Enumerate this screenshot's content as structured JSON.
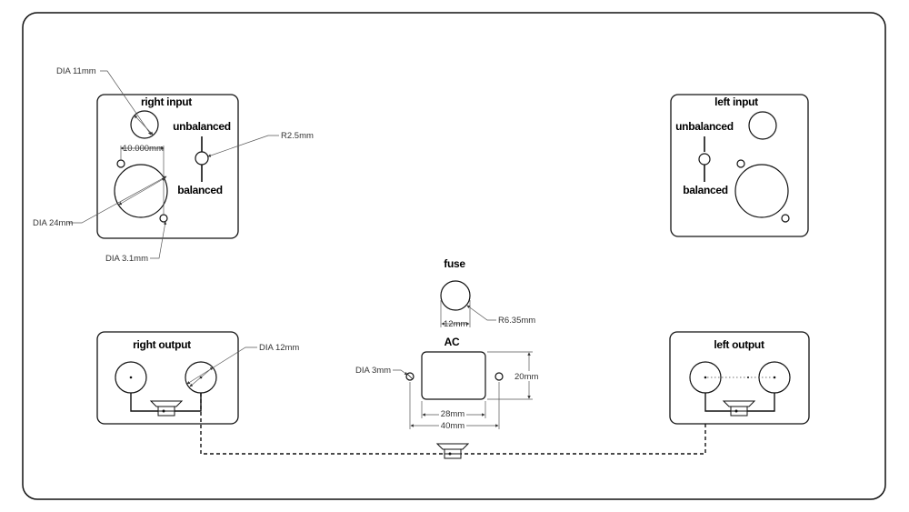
{
  "right_input": {
    "title": "right input",
    "unbalanced": "unbalanced",
    "balanced": "balanced"
  },
  "left_input": {
    "title": "left input",
    "unbalanced": "unbalanced",
    "balanced": "balanced"
  },
  "fuse": {
    "title": "fuse"
  },
  "ac": {
    "title": "AC"
  },
  "right_output": {
    "title": "right output"
  },
  "left_output": {
    "title": "left output"
  },
  "dimensions": {
    "dia_11": "DIA 11mm",
    "spacing_10": "10.000mm",
    "r_2_5": "R2.5mm",
    "dia_24": "DIA 24mm",
    "dia_3_1": "DIA 3.1mm",
    "fuse_width": "12mm",
    "r_6_35": "R6.35mm",
    "dia_12": "DIA 12mm",
    "dia_3": "DIA 3mm",
    "width_28": "28mm",
    "width_40": "40mm",
    "height_20": "20mm"
  }
}
